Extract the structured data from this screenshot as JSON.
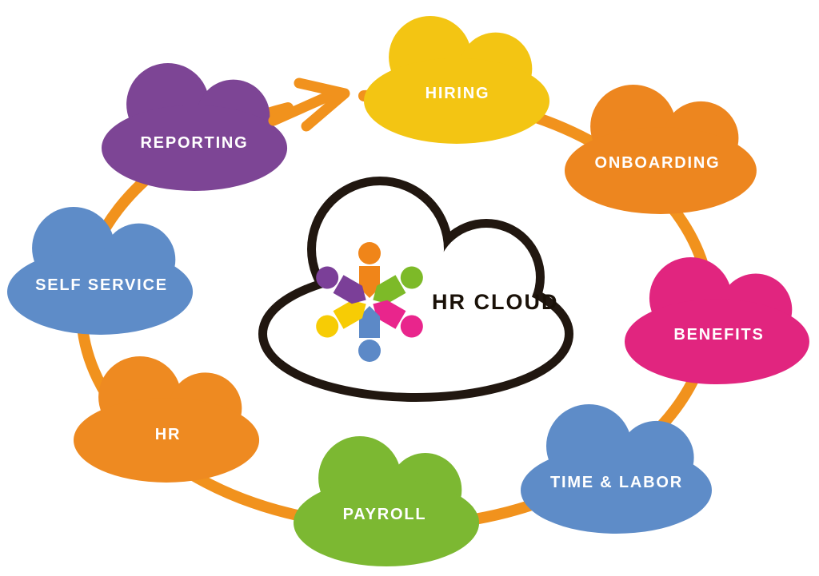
{
  "diagram": {
    "name": "HR Cloud cycle diagram",
    "ring_color": "#F1921D",
    "arrow_color": "#F1921D",
    "label_text_color": "#FFFFFF",
    "clouds": [
      {
        "id": "hiring",
        "label": "HIRING",
        "color": "#F3C513"
      },
      {
        "id": "onboarding",
        "label": "ONBOARDING",
        "color": "#ED861F"
      },
      {
        "id": "benefits",
        "label": "BENEFITS",
        "color": "#E1257F"
      },
      {
        "id": "time-labor",
        "label": "TIME & LABOR",
        "color": "#5E8CC8"
      },
      {
        "id": "payroll",
        "label": "PAYROLL",
        "color": "#7CB832"
      },
      {
        "id": "hr",
        "label": "HR",
        "color": "#EE8A21"
      },
      {
        "id": "self-service",
        "label": "SELF SERVICE",
        "color": "#5E8CC8"
      },
      {
        "id": "reporting",
        "label": "REPORTING",
        "color": "#7D4595"
      }
    ],
    "center": {
      "label": "HR CLOUD",
      "outline_color": "#211710",
      "fill_color": "#FFFFFF",
      "logo_figure_colors": {
        "top": "#F08519",
        "upper_right": "#7DBA28",
        "lower_right": "#E9258C",
        "bottom": "#5C89C7",
        "lower_left": "#F7CC05",
        "upper_left": "#7B3F98"
      }
    }
  }
}
